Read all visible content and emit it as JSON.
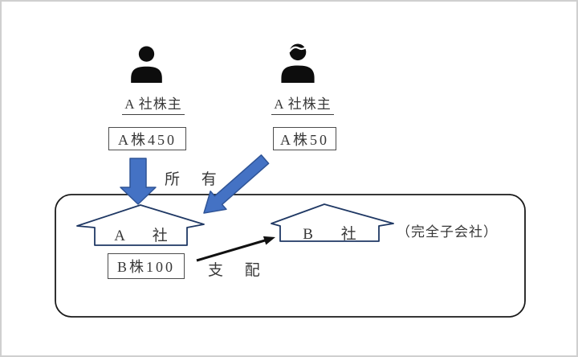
{
  "diagram": {
    "shareholder_left": {
      "icon": "person-icon",
      "label": "A 社株主",
      "shares": "A株450"
    },
    "shareholder_right": {
      "icon": "person-with-hair-icon",
      "label": "A 社株主",
      "shares": "A株50"
    },
    "ownership_label": "所 有",
    "control_label": "支 配",
    "company_a": {
      "label": "A 社",
      "shares_in_b": "B株100"
    },
    "company_b": {
      "label": "B 社",
      "note": "（完全子会社）"
    },
    "colors": {
      "arrow_blue_fill": "#4472c4",
      "arrow_blue_outline": "#2f5496",
      "house_outline": "#1f3864",
      "container_stroke": "#1a1a1a",
      "box_border": "#4d4d4d",
      "text": "#383838",
      "frame_border": "#cfcfcf",
      "icon_black": "#0d0d0d"
    }
  }
}
